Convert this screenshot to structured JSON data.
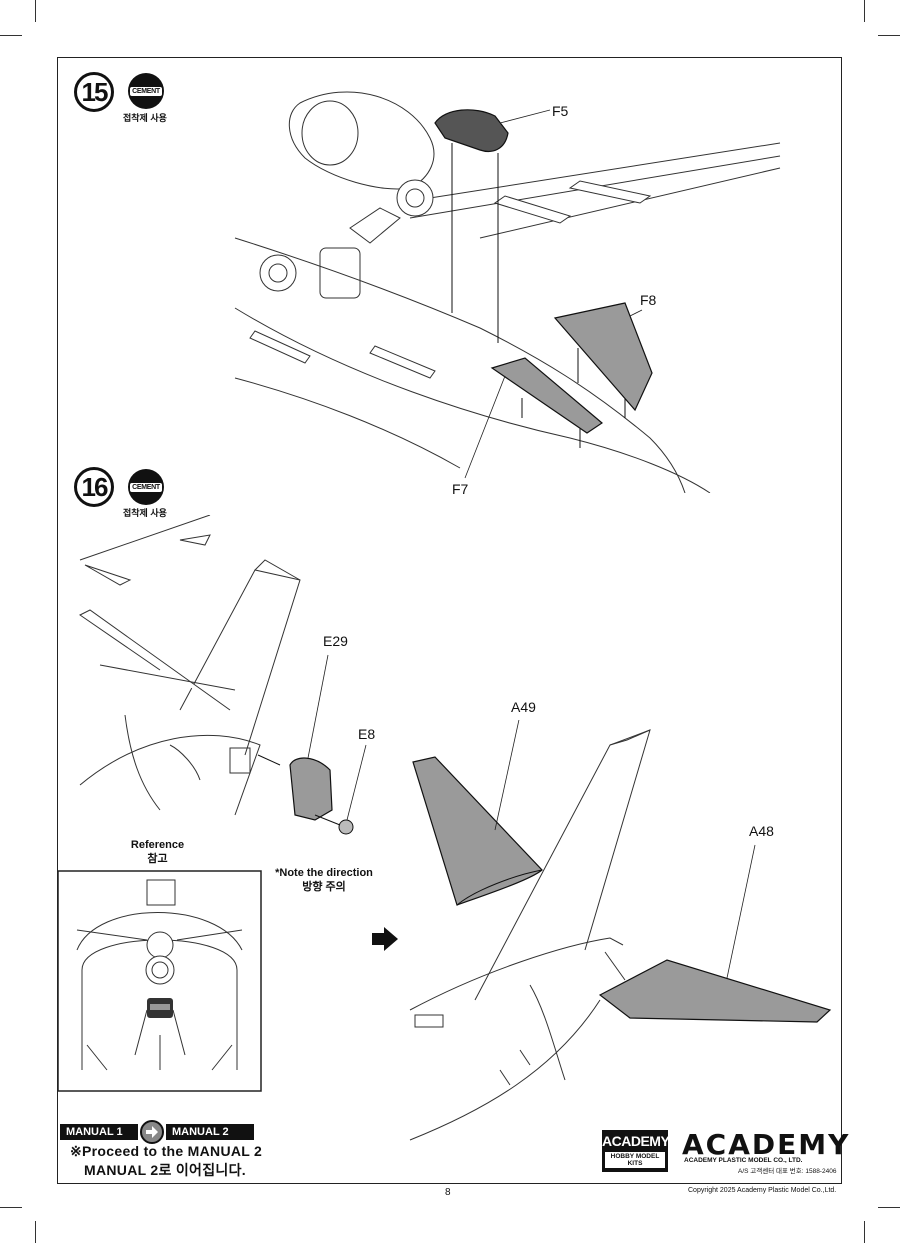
{
  "page": {
    "number": "8",
    "copyright": "Copyright 2025 Academy Plastic Model Co.,Ltd."
  },
  "step15": {
    "number": "15",
    "cement_badge": "CEMENT",
    "cement_caption": "접착제 사용",
    "parts": {
      "f5": "F5",
      "f8": "F8",
      "f7": "F7"
    }
  },
  "step16": {
    "number": "16",
    "cement_badge": "CEMENT",
    "cement_caption": "접착제 사용",
    "parts": {
      "e29": "E29",
      "e8": "E8",
      "a49": "A49",
      "a48": "A48"
    },
    "direction_note": [
      "*Note the direction",
      "방향 주의"
    ],
    "reference": [
      "Reference",
      "참고"
    ]
  },
  "footer": {
    "manual_from": "MANUAL 1",
    "manual_to": "MANUAL 2",
    "proceed_line1": "※Proceed to the MANUAL 2",
    "proceed_line2": "MANUAL 2로 이어집니다.",
    "brand_box": "ACADEMY",
    "brand_box_sub": "HOBBY MODEL KITS",
    "brand_logo": "ACADEMY",
    "brand_company": "ACADEMY PLASTIC MODEL CO., LTD.",
    "brand_as": "A/S 고객센터 대표 번호: 1588-2406"
  },
  "colors": {
    "part_fill": "#9a9a9a",
    "dark_part": "#555555",
    "line": "#222222"
  }
}
